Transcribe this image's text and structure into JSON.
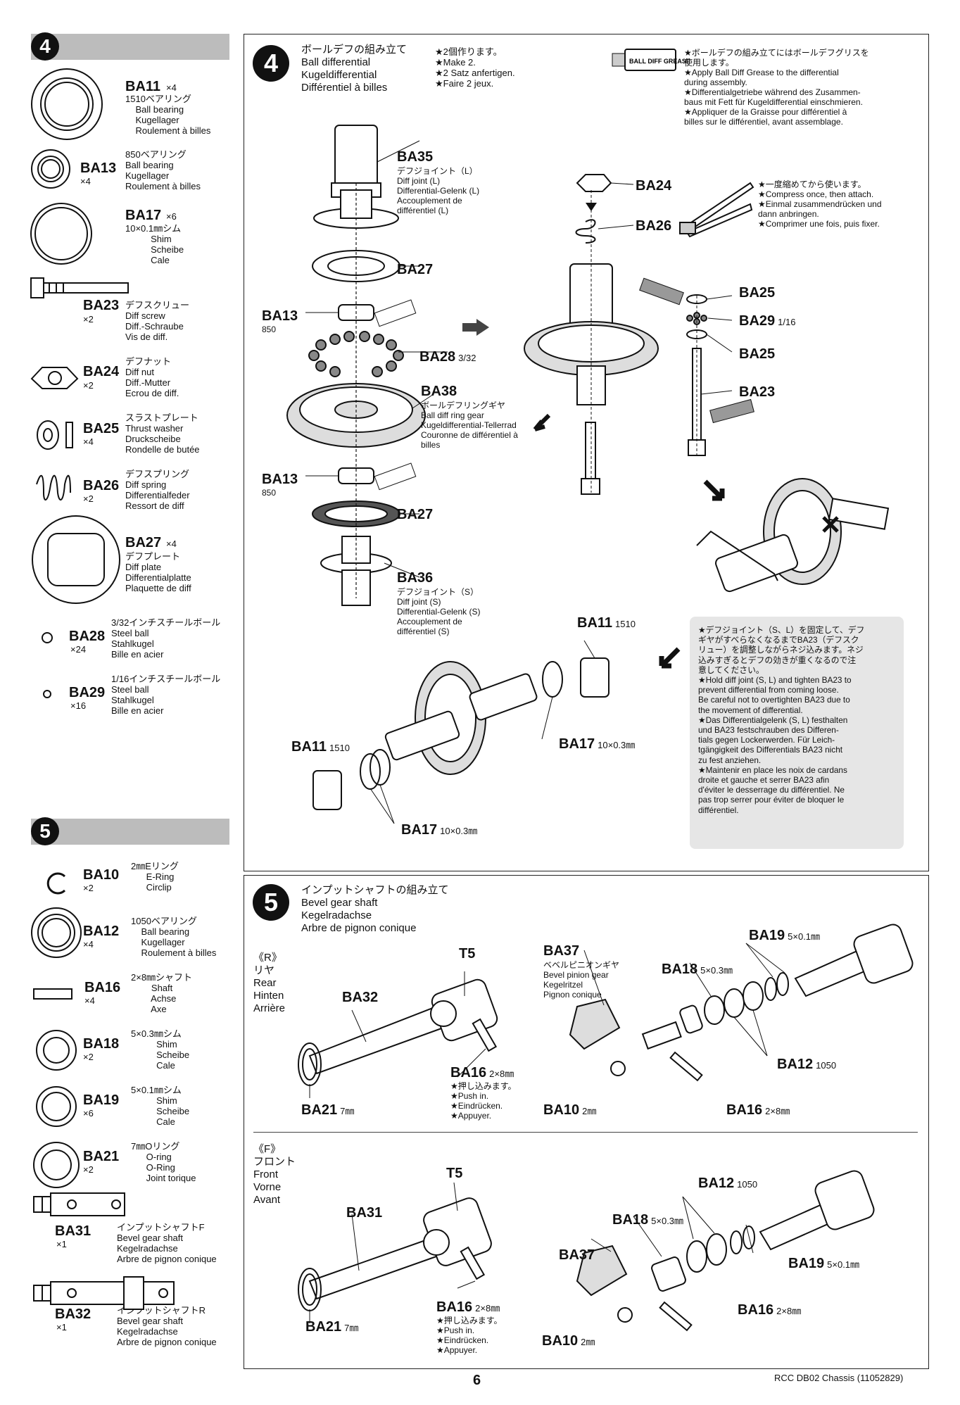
{
  "sidebar": {
    "step4": {
      "number": "4",
      "parts": [
        {
          "code": "BA11",
          "count": "×4",
          "lines": "1510ベアリング\n    Ball bearing\n    Kugellager\n    Roulement à billes"
        },
        {
          "code": "BA13",
          "count": "×4",
          "lines": "850ベアリング\nBall bearing\nKugellager\nRoulement à billes"
        },
        {
          "code": "BA17",
          "count": "×6",
          "lines": "10×0.1㎜シム\n          Shim\n          Scheibe\n          Cale"
        },
        {
          "code": "BA23",
          "count": "×2",
          "lines": "デフスクリュー\nDiff screw\nDiff.-Schraube\nVis de diff."
        },
        {
          "code": "BA24",
          "count": "×2",
          "lines": "デフナット\nDiff nut\nDiff.-Mutter\nEcrou de diff."
        },
        {
          "code": "BA25",
          "count": "×4",
          "lines": "スラストプレート\nThrust washer\nDruckscheibe\nRondelle de butée"
        },
        {
          "code": "BA26",
          "count": "×2",
          "lines": "デフスプリング\nDiff spring\nDifferentialfeder\nRessort de diff"
        },
        {
          "code": "BA27",
          "count": "×4",
          "lines": "デフプレート\nDiff plate\nDifferentialplatte\nPlaquette de diff"
        },
        {
          "code": "BA28",
          "count": "×24",
          "lines": "3/32インチスチールボール\nSteel ball\nStahlkugel\nBille en acier"
        },
        {
          "code": "BA29",
          "count": "×16",
          "lines": "1/16インチスチールボール\nSteel ball\nStahlkugel\nBille en acier"
        }
      ]
    },
    "step5": {
      "number": "5",
      "parts": [
        {
          "code": "BA10",
          "count": "×2",
          "lines": "2㎜Eリング\n      E-Ring\n      Circlip"
        },
        {
          "code": "BA12",
          "count": "×4",
          "lines": "1050ベアリング\n    Ball bearing\n    Kugellager\n    Roulement à billes"
        },
        {
          "code": "BA16",
          "count": "×4",
          "lines": "2×8㎜シャフト\n        Shaft\n        Achse\n        Axe"
        },
        {
          "code": "BA18",
          "count": "×2",
          "lines": "5×0.3㎜シム\n          Shim\n          Scheibe\n          Cale"
        },
        {
          "code": "BA19",
          "count": "×6",
          "lines": "5×0.1㎜シム\n          Shim\n          Scheibe\n          Cale"
        },
        {
          "code": "BA21",
          "count": "×2",
          "lines": "7㎜Oリング\n      O-ring\n      O-Ring\n      Joint torique"
        },
        {
          "code": "BA31",
          "count": "×1",
          "lines": "インプットシャフトF\nBevel gear shaft\nKegelradachse\nArbre de pignon conique"
        },
        {
          "code": "BA32",
          "count": "×1",
          "lines": "インプットシャフトR\nBevel gear shaft\nKegelradachse\nArbre de pignon conique"
        }
      ]
    }
  },
  "step4": {
    "number": "4",
    "title": "ボールデフの組み立て\nBall differential\nKugeldifferential\nDifférentiel à billes",
    "make": "★2個作ります。\n★Make 2.\n★2 Satz anfertigen.\n★Faire 2 jeux.",
    "grease_label": "BALL DIFF GREASE",
    "grease_note": "★ボールデフの組み立てにはボールデフグリスを\n使用します。\n★Apply Ball Diff Grease to the differential\nduring assembly.\n★Differentialgetriebe während des Zusammen-\nbaus mit Fett für Kugeldifferential einschmieren.\n★Appliquer de la Graisse pour différentiel à\nbilles sur le différentiel, avant assemblage.",
    "compress_note": "★一度縮めてから使います。\n★Compress once, then attach.\n★Einmal zusammendrücken und\ndann anbringen.\n★Comprimer une fois, puis fixer.",
    "ba35_desc": "デフジョイント（L）\nDiff joint (L)\nDifferential-Gelenk (L)\nAccouplement de\ndifférentiel (L)",
    "ba38_desc": "ボールデフリングギヤ\nBall diff ring gear\nKugeldifferential-Tellerrad\nCouronne de différentiel à\nbilles",
    "ba36_desc": "デフジョイント（S）\nDiff joint (S)\nDifferential-Gelenk (S)\nAccouplement de\ndifférentiel (S)",
    "labels": {
      "ba35": "BA35",
      "ba27a": "BA27",
      "ba13a": "BA13",
      "ba13a_q": "850",
      "ba28": "BA28",
      "ba28_q": "3/32",
      "ba38": "BA38",
      "ba13b": "BA13",
      "ba13b_q": "850",
      "ba27b": "BA27",
      "ba36": "BA36",
      "ba24": "BA24",
      "ba26": "BA26",
      "ba25a": "BA25",
      "ba29": "BA29",
      "ba29_q": "1/16",
      "ba25b": "BA25",
      "ba23": "BA23",
      "ba11a": "BA11",
      "ba11a_q": "1510",
      "ba17a": "BA17",
      "ba17a_q": "10×0.3㎜",
      "ba11b": "BA11",
      "ba11b_q": "1510",
      "ba17b": "BA17",
      "ba17b_q": "10×0.3㎜"
    },
    "tighten_note": "★デフジョイント（S、L）を固定して、デフ\nギヤがすべらなくなるまでBA23（デフスク\nリュー）を調整しながらネジ込みます。ネジ\n込みすぎるとデフの効きが重くなるので注\n意してください。\n★Hold diff joint (S, L) and tighten BA23 to\nprevent differential from coming loose.\nBe careful not to overtighten BA23 due to\nthe movement of differential.\n★Das Differentialgelenk (S, L) festhalten\nund BA23 festschrauben des Differen-\ntials gegen Lockerwerden. Für Leich-\ntgängigkeit des Differentials BA23 nicht\nzu fest anziehen.\n★Maintenir en place les noix de cardans\ndroite et gauche et serrer BA23 afin\nd'éviter le desserrage du différentiel. Ne\npas trop serrer pour éviter de bloquer le\ndifférentiel."
  },
  "step5": {
    "number": "5",
    "title": "インプットシャフトの組み立て\nBevel gear shaft\nKegelradachse\nArbre de pignon conique",
    "rear": "《R》\nリヤ\nRear\nHinten\nArrière",
    "front": "《F》\nフロント\nFront\nVorne\nAvant",
    "push": "★押し込みます。\n★Push in.\n★Eindrücken.\n★Appuyer.",
    "ba37_desc": "ベベルピニオンギヤ\nBevel pinion gear\nKegelritzel\nPignon conique",
    "labels": {
      "t5": "T5",
      "ba32": "BA32",
      "ba16": "BA16",
      "ba16_q": "2×8㎜",
      "ba21": "BA21",
      "ba21_q": "7㎜",
      "ba37": "BA37",
      "ba18": "BA18",
      "ba18_q": "5×0.3㎜",
      "ba19": "BA19",
      "ba19_q": "5×0.1㎜",
      "ba12": "BA12",
      "ba12_q": "1050",
      "ba10": "BA10",
      "ba10_q": "2㎜",
      "ba31": "BA31"
    }
  },
  "footer": {
    "page": "6",
    "model": "RCC DB02 Chassis (11052829)"
  }
}
